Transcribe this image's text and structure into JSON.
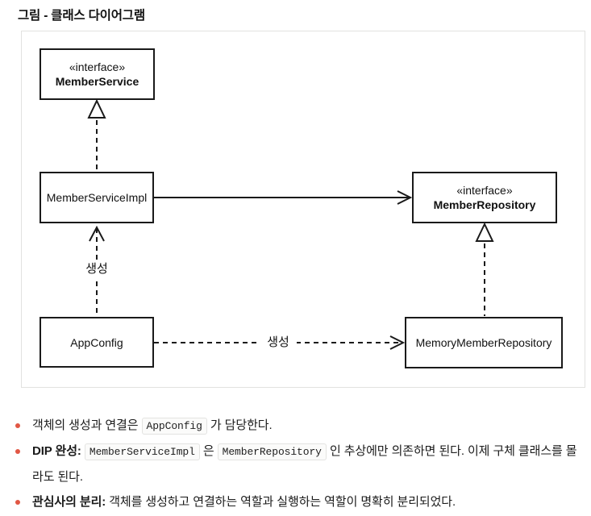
{
  "page": {
    "title": "그림 - 클래스 다이어그램"
  },
  "diagram": {
    "nodes": {
      "member_service": {
        "stereotype": "«interface»",
        "name": "MemberService"
      },
      "member_service_impl": {
        "name": "MemberServiceImpl"
      },
      "member_repository": {
        "stereotype": "«interface»",
        "name": "MemberRepository"
      },
      "app_config": {
        "name": "AppConfig"
      },
      "memory_member_repository": {
        "name": "MemoryMemberRepository"
      }
    },
    "edge_labels": {
      "create_service": "생성",
      "create_repository": "생성"
    }
  },
  "colors": {
    "bullet_accent": "#e15744",
    "diagram_line": "#1a1a1a",
    "frame_border": "#e2e2e0",
    "code_background": "#fbfbfa",
    "code_border": "#e3e3e1"
  },
  "bullets": [
    {
      "segments": [
        {
          "type": "text",
          "text": "객체의 생성과 연결은 "
        },
        {
          "type": "code",
          "text": "AppConfig"
        },
        {
          "type": "text",
          "text": " 가 담당한다."
        }
      ]
    },
    {
      "segments": [
        {
          "type": "bold",
          "text": "DIP 완성: "
        },
        {
          "type": "code",
          "text": "MemberServiceImpl"
        },
        {
          "type": "text",
          "text": " 은 "
        },
        {
          "type": "code",
          "text": "MemberRepository"
        },
        {
          "type": "text",
          "text": " 인 추상에만 의존하면 된다. 이제 구체 클래스를 몰라도 된다."
        }
      ]
    },
    {
      "segments": [
        {
          "type": "bold",
          "text": "관심사의 분리: "
        },
        {
          "type": "text",
          "text": "객체를 생성하고 연결하는 역할과 실행하는 역할이 명확히 분리되었다."
        }
      ]
    }
  ]
}
